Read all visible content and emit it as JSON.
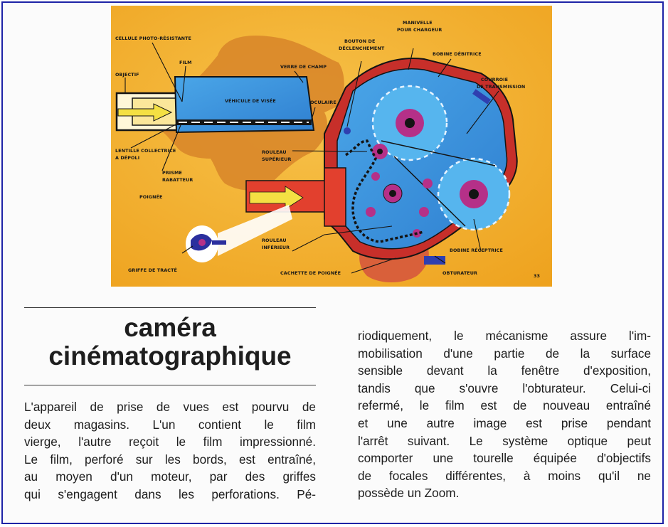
{
  "illustration": {
    "labels": {
      "cellule": "CELLULE PHOTO-RÉSISTANTE",
      "film": "FILM",
      "objectif": "OBJECTIF",
      "lentille1": "LENTILLE COLLECTRICE",
      "lentille2": "A DÉPOLI",
      "prisme1": "PRISME",
      "prisme2": "RABATTEUR",
      "poignee": "POIGNÉE",
      "bouton1": "BOUTON DE",
      "bouton2": "DÉCLENCHEMENT",
      "manivelle1": "MANIVELLE",
      "manivelle2": "POUR CHARGEUR",
      "bobine_debitrice": "BOBINE DÉBITRICE",
      "viseur": "VÉHICULE DE VISÉE",
      "verre": "VERRE DE CHAMP",
      "oculaire": "OCULAIRE",
      "courroie1": "COURROIE",
      "courroie2": "DE TRANSMISSION",
      "sup1": "ROULEAU",
      "sup2": "SUPÉRIEUR",
      "inf1": "ROULEAU",
      "inf2": "INFÉRIEUR",
      "cachette": "CACHETTE DE POIGNÉE",
      "bobine_receptrice": "BOBINE RÉCEPTRICE",
      "obturateur": "OBTURATEUR",
      "griffe": "GRIFFE DE TRACTÉ",
      "page_number": "33"
    }
  },
  "article": {
    "title_line1": "caméra",
    "title_line2": "cinématographique",
    "col1": [
      "L'appareil de prise de vues est pourvu de",
      "deux magasins. L'un contient le film",
      "vierge, l'autre reçoit le film impressionné.",
      "Le film, perforé sur les bords, est entraîné,",
      "au moyen d'un moteur, par des griffes",
      "qui s'engagent dans les perforations. Pé-"
    ],
    "col2": [
      "riodiquement, le mécanisme assure l'im-",
      "mobilisation d'une partie de la surface",
      "sensible devant la fenêtre d'exposition,",
      "tandis que s'ouvre l'obturateur. Celui-ci",
      "refermé, le film est de nouveau entraîné",
      "et une autre image est prise pendant",
      "l'arrêt suivant. Le système optique peut",
      "comporter une tourelle équipée d'objectifs",
      "de focales différentes, à moins qu'il ne",
      "possède un Zoom."
    ]
  }
}
